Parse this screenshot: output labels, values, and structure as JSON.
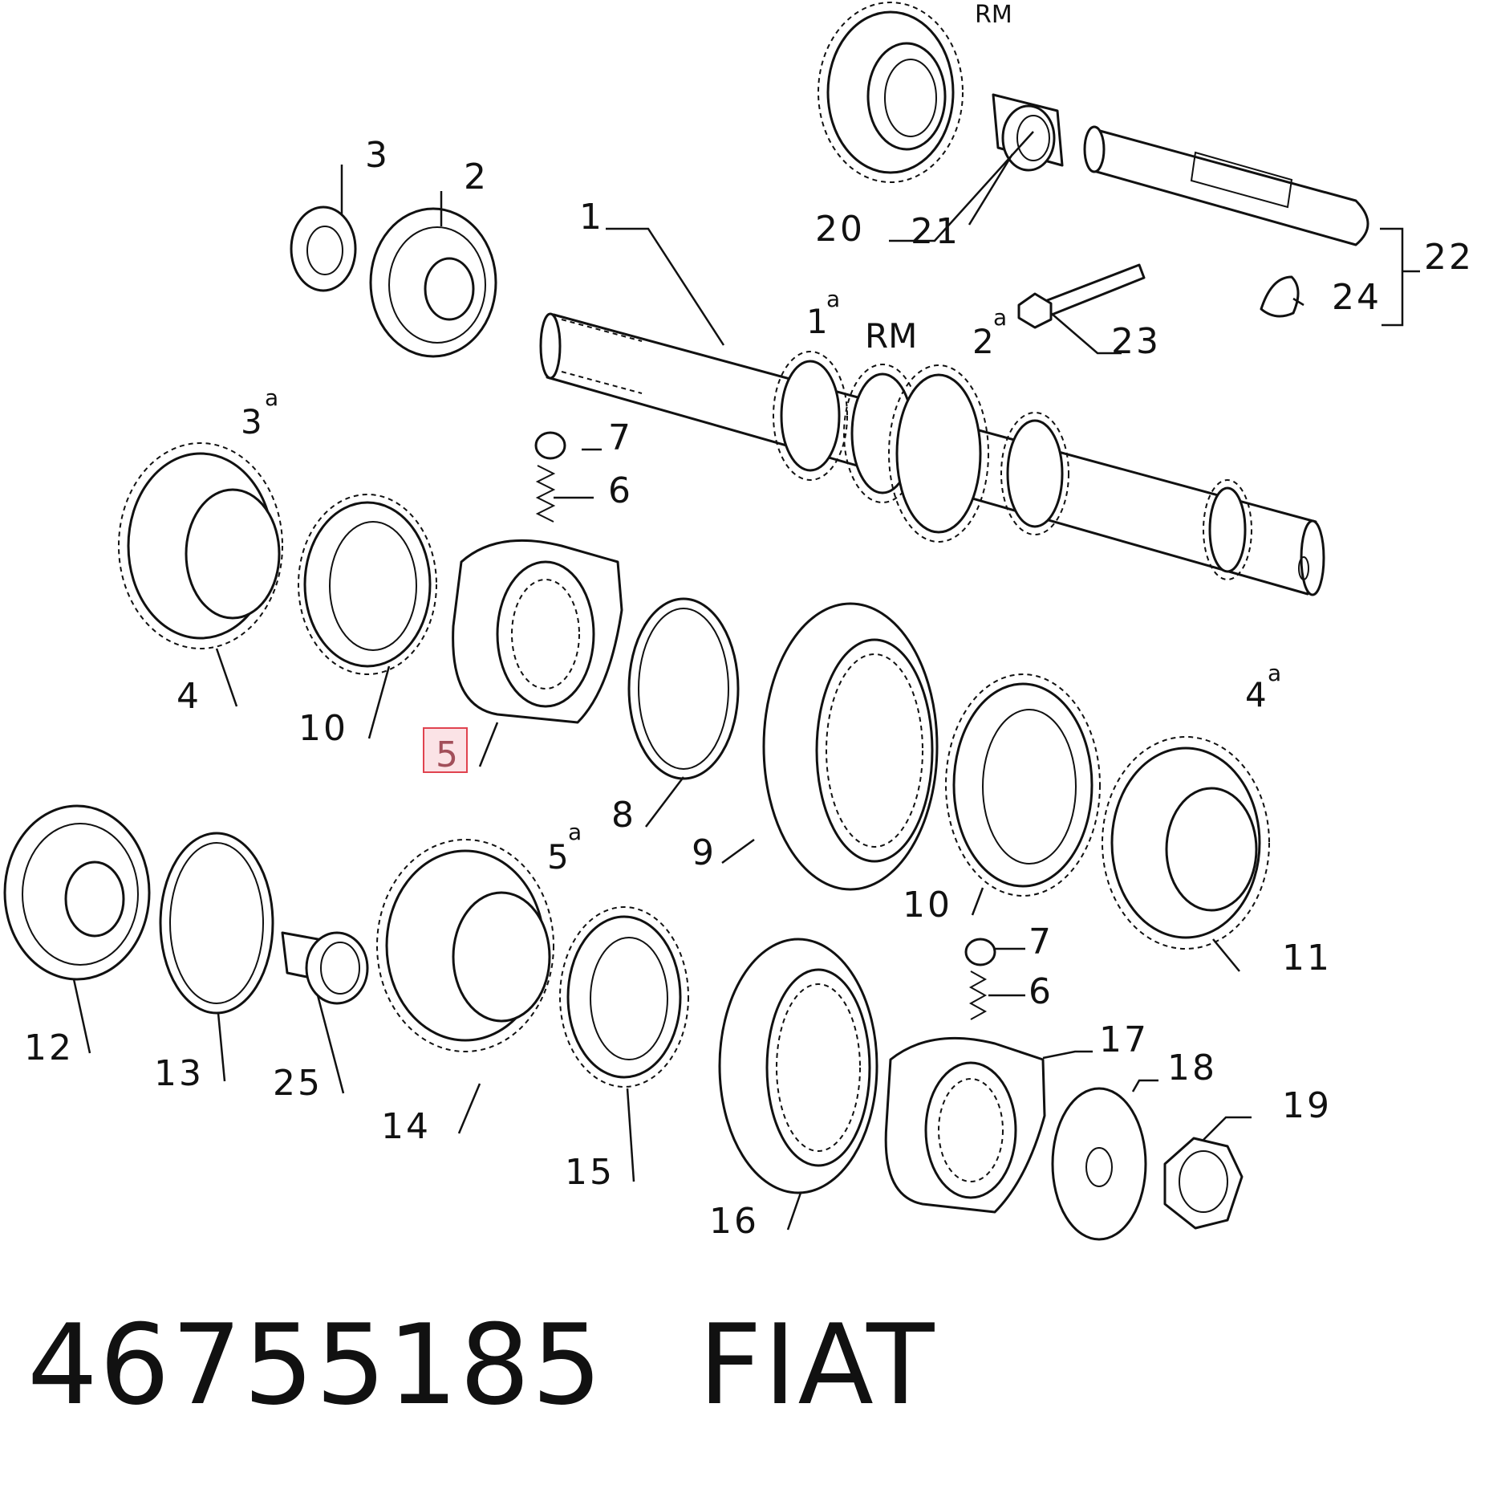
{
  "title": {
    "part_number": "46755185",
    "brand": "FIAT"
  },
  "gear_marks": {
    "first": {
      "num": "1",
      "sup": "a"
    },
    "second": {
      "num": "2",
      "sup": "a"
    },
    "third": {
      "num": "3",
      "sup": "a"
    },
    "fourth": {
      "num": "4",
      "sup": "a"
    },
    "fifth": {
      "num": "5",
      "sup": "a"
    },
    "rm_top": "RM",
    "rm_shaft": "RM"
  },
  "callouts": {
    "c1": "1",
    "c2": "2",
    "c3": "3",
    "c4": "4",
    "c5": "5",
    "c6a": "6",
    "c6b": "6",
    "c7a": "7",
    "c7b": "7",
    "c8": "8",
    "c9": "9",
    "c10a": "10",
    "c10b": "10",
    "c11": "11",
    "c12": "12",
    "c13": "13",
    "c14": "14",
    "c15": "15",
    "c16": "16",
    "c17": "17",
    "c18": "18",
    "c19": "19",
    "c20": "20",
    "c21": "21",
    "c22": "22",
    "c23": "23",
    "c24": "24",
    "c25": "25"
  },
  "highlighted_callout": "5",
  "colors": {
    "line": "#111111",
    "highlight_fill": "#fbe3e6",
    "highlight_border": "#e0434f",
    "highlight_text": "#a24f5a"
  }
}
